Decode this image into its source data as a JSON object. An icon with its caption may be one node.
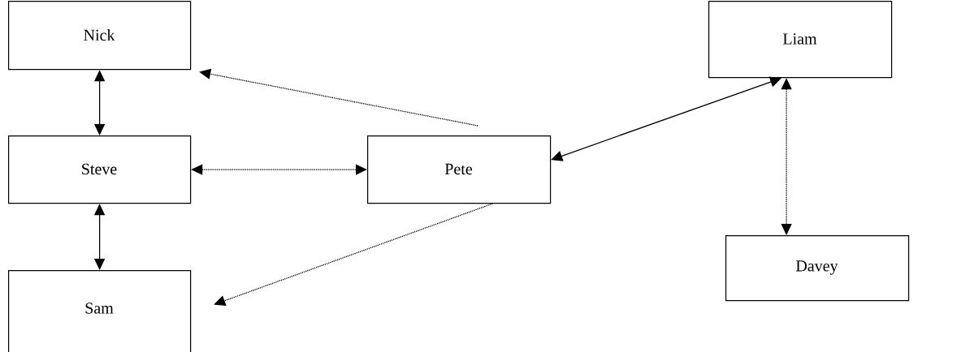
{
  "diagram": {
    "nodes": [
      {
        "text": [
          "Nick"
        ]
      },
      {
        "text": [
          "Liam"
        ]
      },
      {
        "text": [
          "Steve"
        ]
      },
      {
        "text": [
          "Pete"
        ]
      },
      {
        "text": [
          "Davey"
        ]
      },
      {
        "text": [
          "Sam"
        ]
      }
    ],
    "edges": [
      {
        "from": 0,
        "to": 2,
        "arrow": "both"
      },
      {
        "from": 3,
        "to": 0,
        "arrow": "to",
        "style": "dashed"
      },
      {
        "from": 2,
        "to": 3,
        "arrow": "both",
        "style": "dashed"
      },
      {
        "from": 2,
        "to": 5,
        "arrow": "both"
      },
      {
        "from": 3,
        "to": 5,
        "arrow": "to",
        "style": "dashed"
      },
      {
        "from": 3,
        "to": 1,
        "arrow": "both"
      },
      {
        "from": 1,
        "to": 4,
        "arrow": "both",
        "style": "dashed"
      }
    ]
  }
}
